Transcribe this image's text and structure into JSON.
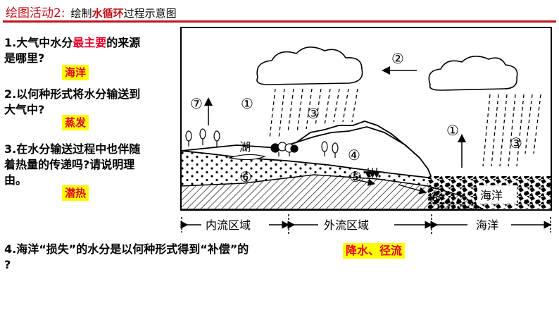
{
  "header": {
    "title_main": "绘图活动2:",
    "title_pre": "绘制",
    "title_highlight": "水循环",
    "title_post": "过程示意图"
  },
  "questions": [
    {
      "line1_pre": "1.大气中水分",
      "line1_red": "最主要",
      "line1_post": "的来源",
      "line2": "是哪里?",
      "answer": "海洋"
    },
    {
      "line1": "2.以何种形式将水分输送到",
      "line2": "大气中?",
      "answer": "蒸发"
    },
    {
      "line1": "3.在水分输送过程中也伴随",
      "line2": "着热量的传递吗?请说明理",
      "line3": "由。",
      "answer": "潜热"
    },
    {
      "line1": "4.海洋“损失”的水分是以何种形式得到“补偿”的",
      "line2": "?",
      "answer": "降水、径流"
    }
  ],
  "diagram": {
    "markers": {
      "m1": "①",
      "m2": "②",
      "m3": "③",
      "m4": "④",
      "m5": "⑤",
      "m6": "⑥",
      "m7": "⑦"
    },
    "lake_label": "湖",
    "sea_label": "海洋",
    "regions": {
      "inland": "内流区域",
      "outflow": "外流区域",
      "ocean": "海洋"
    }
  },
  "colors": {
    "accent_red": "#c0121b",
    "answer_bg": "#ffff00",
    "answer_text": "#e4002b"
  }
}
